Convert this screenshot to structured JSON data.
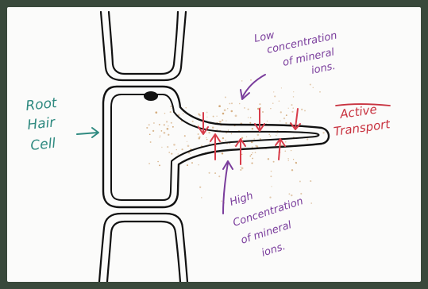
{
  "diagram": {
    "labels": {
      "root_hair_line1": "Root",
      "root_hair_line2": "Hair",
      "root_hair_line3": "Cell",
      "low_line1": "Low",
      "low_line2": "concentration",
      "low_line3": "of mineral",
      "low_line4": "ions.",
      "active_line1": "Active",
      "active_line2": "Transport",
      "high_line1": "High",
      "high_line2": "Concentration",
      "high_line3": "of mineral",
      "high_line4": "ions."
    },
    "colors": {
      "frame": "#39493b",
      "paper": "#fbfbfa",
      "outline": "#111111",
      "teal_label": "#2f8a80",
      "purple_label": "#7a3d9c",
      "red_label": "#c8323f",
      "red_arrow": "#d83c4a",
      "ion_dots": "#d2a878"
    }
  }
}
